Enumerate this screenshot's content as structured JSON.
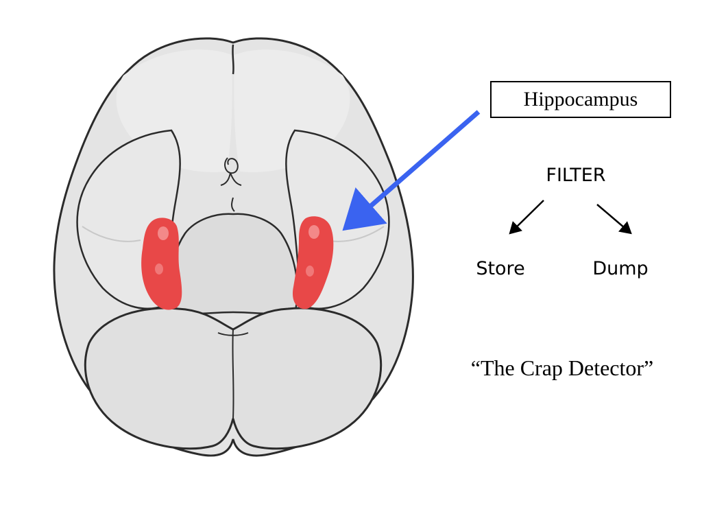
{
  "diagram": {
    "box_label": "Hippocampus",
    "filter_label": "FILTER",
    "branch_left_label": "Store",
    "branch_right_label": "Dump",
    "caption": "“The Crap Detector”"
  },
  "colors": {
    "brain_fill": "#e4e4e4",
    "brain_outline": "#2b2b2b",
    "hippocampus_red": "#e84848",
    "pointer_arrow_blue": "#3a63f0"
  }
}
